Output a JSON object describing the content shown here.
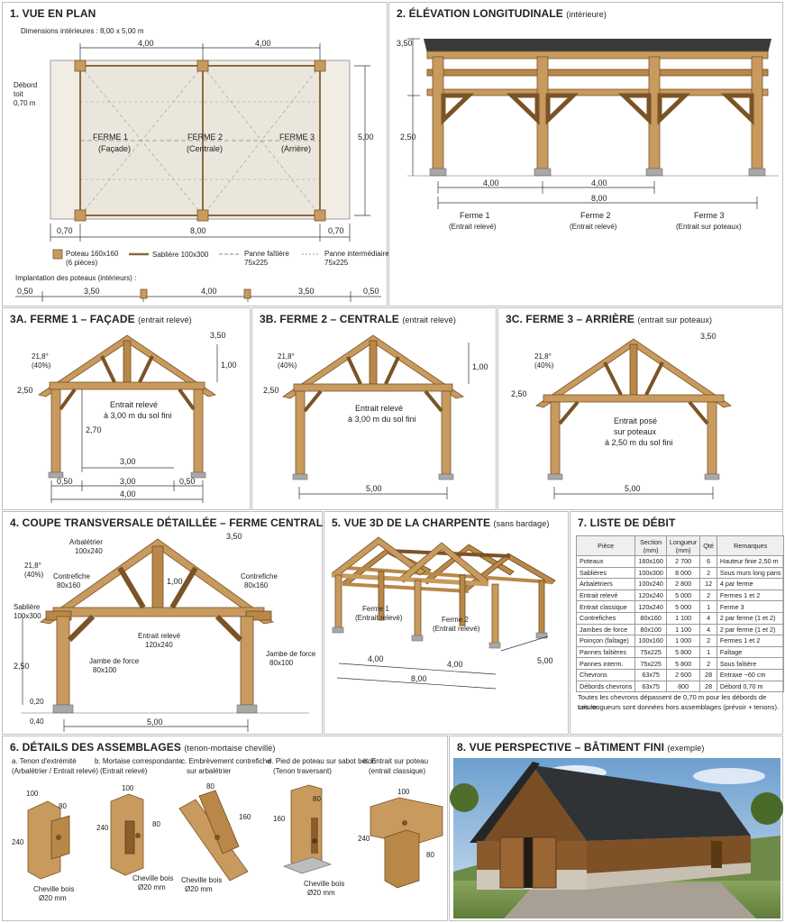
{
  "plan": {
    "title": "1. VUE EN PLAN",
    "dims_label": "Dimensions intérieures : 8,00 x 5,00 m",
    "span1": "4,00",
    "span2": "4,00",
    "width": "5,00",
    "overhang_label": [
      "Débord",
      "toit",
      "0,70 m"
    ],
    "ferme1": [
      "FERME 1",
      "(Façade)"
    ],
    "ferme2": [
      "FERME 2",
      "(Centrale)"
    ],
    "ferme3": [
      "FERME 3",
      "(Arrière)"
    ],
    "ov_left": "0,70",
    "total": "8,00",
    "ov_right": "0,70",
    "legend": {
      "post": [
        "Poteau 160x160",
        "(6 pièces)"
      ],
      "sabliere": "Sablière 100x300",
      "faitiere": [
        "Panne faîtière",
        "75x225"
      ],
      "interm": [
        "Panne intermédiaire",
        "75x225"
      ]
    },
    "impl_label": "Implantation des poteaux (intérieurs) :",
    "impl": [
      "0,50",
      "3,50",
      "4,00",
      "3,50",
      "0,50"
    ]
  },
  "elevation": {
    "title": "2. ÉLÉVATION LONGITUDINALE",
    "subtitle": "(intérieure)",
    "h_top": "3,50",
    "h_post": "2,50",
    "span1": "4,00",
    "span2": "4,00",
    "total": "8,00",
    "labels": [
      [
        "Ferme 1",
        "(Entrait relevé)"
      ],
      [
        "Ferme 2",
        "(Entrait relevé)"
      ],
      [
        "Ferme 3",
        "(Entrait sur poteaux)"
      ]
    ]
  },
  "f1": {
    "title": "3A. FERME 1 – FAÇADE",
    "subtitle": "(entrait relevé)",
    "angle": [
      "21,8°",
      "(40%)"
    ],
    "h_top": "3,50",
    "rise": "1,00",
    "h_side": "2,50",
    "note": [
      "Entrait relevé",
      "à 3,00 m du sol fini"
    ],
    "h_tie": "2,70",
    "inner": "3,00",
    "bot": [
      "0,50",
      "3,00",
      "0,50"
    ],
    "total": "4,00"
  },
  "f2": {
    "title": "3B. FERME 2 – CENTRALE",
    "subtitle": "(entrait relevé)",
    "angle": [
      "21,8°",
      "(40%)"
    ],
    "h_side": "2,50",
    "rise": "1,00",
    "note": [
      "Entrait relevé",
      "à 3,00 m du sol fini"
    ],
    "total": "5,00"
  },
  "f3": {
    "title": "3C. FERME 3 – ARRIÈRE",
    "subtitle": "(entrait sur poteaux)",
    "angle": [
      "21,8°",
      "(40%)"
    ],
    "h_top": "3,50",
    "h_side": "2,50",
    "note": [
      "Entrait posé",
      "sur poteaux",
      "à 2,50 m du sol fini"
    ],
    "total": "5,00"
  },
  "coupe": {
    "title": "4. COUPE TRANSVERSALE DÉTAILLÉE – FERME CENTRALE",
    "h_top": "3,50",
    "arba": [
      "Arbalétrier",
      "100x240"
    ],
    "angle": [
      "21,8°",
      "(40%)"
    ],
    "contre_l": [
      "Contrefiche",
      "80x160"
    ],
    "contre_r": [
      "Contrefiche",
      "80x160"
    ],
    "sabliere": [
      "Sablière",
      "100x300"
    ],
    "rise": "1,00",
    "entrait": [
      "Entrait relevé",
      "120x240"
    ],
    "jambe_l": [
      "Jambe de force",
      "80x100"
    ],
    "jambe_r": [
      "Jambe de force",
      "80x100"
    ],
    "h_post": "2,50",
    "h_base": "0,20",
    "h_found": "0,40",
    "total": "5,00"
  },
  "vue3d": {
    "title": "5. VUE 3D DE LA CHARPENTE",
    "subtitle": "(sans bardage)",
    "f1": [
      "Ferme 1",
      "(Entrait relevé)"
    ],
    "f2": [
      "Ferme 2",
      "(Entrait relevé)"
    ],
    "d1": "4,00",
    "d2": "4,00",
    "total": "8,00",
    "width": "5,00"
  },
  "debit": {
    "title": "7. LISTE DE DÉBIT",
    "headers": [
      "Pièce",
      "Section (mm)",
      "Longueur (mm)",
      "Qté",
      "Remarques"
    ],
    "rows": [
      [
        "Poteaux",
        "160x160",
        "2 700",
        "6",
        "Hauteur finie 2,50 m"
      ],
      [
        "Sablières",
        "100x300",
        "8 000",
        "2",
        "Sous murs long pans"
      ],
      [
        "Arbalétriers",
        "100x240",
        "2 800",
        "12",
        "4 par ferme"
      ],
      [
        "Entrait relevé",
        "120x240",
        "5 000",
        "2",
        "Fermes 1 et 2"
      ],
      [
        "Entrait classique",
        "120x240",
        "5 000",
        "1",
        "Ferme 3"
      ],
      [
        "Contrefiches",
        "80x160",
        "1 100",
        "4",
        "2 par ferme (1 et 2)"
      ],
      [
        "Jambes de force",
        "80x100",
        "1 100",
        "4",
        "2 par ferme (1 et 2)"
      ],
      [
        "Poinçon (faîtage)",
        "100x160",
        "1 000",
        "2",
        "Fermes 1 et 2"
      ],
      [
        "Pannes faîtières",
        "75x225",
        "5 800",
        "1",
        "Faîtage"
      ],
      [
        "Pannes interm.",
        "75x225",
        "5 800",
        "2",
        "Sous faîtière"
      ],
      [
        "Chevrons",
        "63x75",
        "2 600",
        "28",
        "Entraxe ~60 cm"
      ],
      [
        "Débords chevrons",
        "63x75",
        "800",
        "28",
        "Débord 0,70 m"
      ]
    ],
    "note": [
      "Toutes les chevrons dépassent de 0,70 m pour les débords de toiture.",
      "Les longueurs sont données hors assemblages (prévoir + tenons)."
    ]
  },
  "details": {
    "title": "6. DÉTAILS DES ASSEMBLAGES",
    "subtitle": "(tenon-mortaise chevillé)",
    "a": {
      "t": [
        "a. Tenon d'extrémité",
        "(Arbalétrier / Entrait relevé)"
      ],
      "d1": "100",
      "d2": "80",
      "d3": "240",
      "peg": [
        "Cheville bois",
        "Ø20 mm"
      ]
    },
    "b": {
      "t": [
        "b. Mortaise correspondante",
        "(Entrait relevé)"
      ],
      "d1": "100",
      "d2": "80",
      "d3": "240",
      "peg": [
        "Cheville bois",
        "Ø20 mm"
      ]
    },
    "c": {
      "t": [
        "c. Embrèvement contrefiche",
        "sur arbalétrier"
      ],
      "d1": "80",
      "d2": "160",
      "peg": [
        "Cheville bois",
        "Ø20 mm"
      ]
    },
    "d": {
      "t": [
        "d. Pied de poteau sur sabot béton",
        "(Tenon traversant)"
      ],
      "d1": "80",
      "d2": "160",
      "peg": [
        "Cheville bois",
        "Ø20 mm"
      ]
    },
    "e": {
      "t": [
        "e. Entrait sur poteau",
        "(entrait classique)"
      ],
      "d1": "100",
      "d2": "240",
      "d3": "80"
    }
  },
  "persp": {
    "title": "8. VUE PERSPECTIVE – BÂTIMENT FINI",
    "subtitle": "(exemple)"
  }
}
